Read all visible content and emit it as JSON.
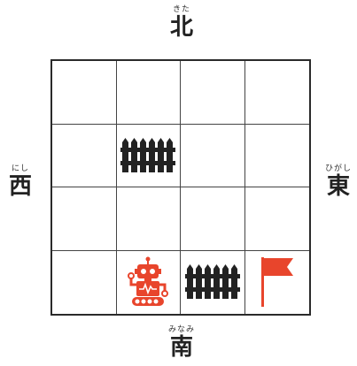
{
  "directions": {
    "north": {
      "kanji": "北",
      "ruby": "きた"
    },
    "south": {
      "kanji": "南",
      "ruby": "みなみ"
    },
    "west": {
      "kanji": "西",
      "ruby": "にし"
    },
    "east": {
      "kanji": "東",
      "ruby": "ひがし"
    }
  },
  "board": {
    "rows": 4,
    "cols": 4,
    "pieces": [
      {
        "type": "fence",
        "row": 1,
        "col": 1,
        "icon": "fence-icon",
        "color": "#222222"
      },
      {
        "type": "robot",
        "row": 3,
        "col": 1,
        "icon": "robot-icon",
        "color": "#e8452c"
      },
      {
        "type": "fence",
        "row": 3,
        "col": 2,
        "icon": "fence-icon",
        "color": "#222222"
      },
      {
        "type": "flag",
        "row": 3,
        "col": 3,
        "icon": "flag-icon",
        "color": "#e8452c"
      }
    ]
  },
  "colors": {
    "accent": "#e8452c",
    "ink": "#222222",
    "grid": "#444444"
  }
}
